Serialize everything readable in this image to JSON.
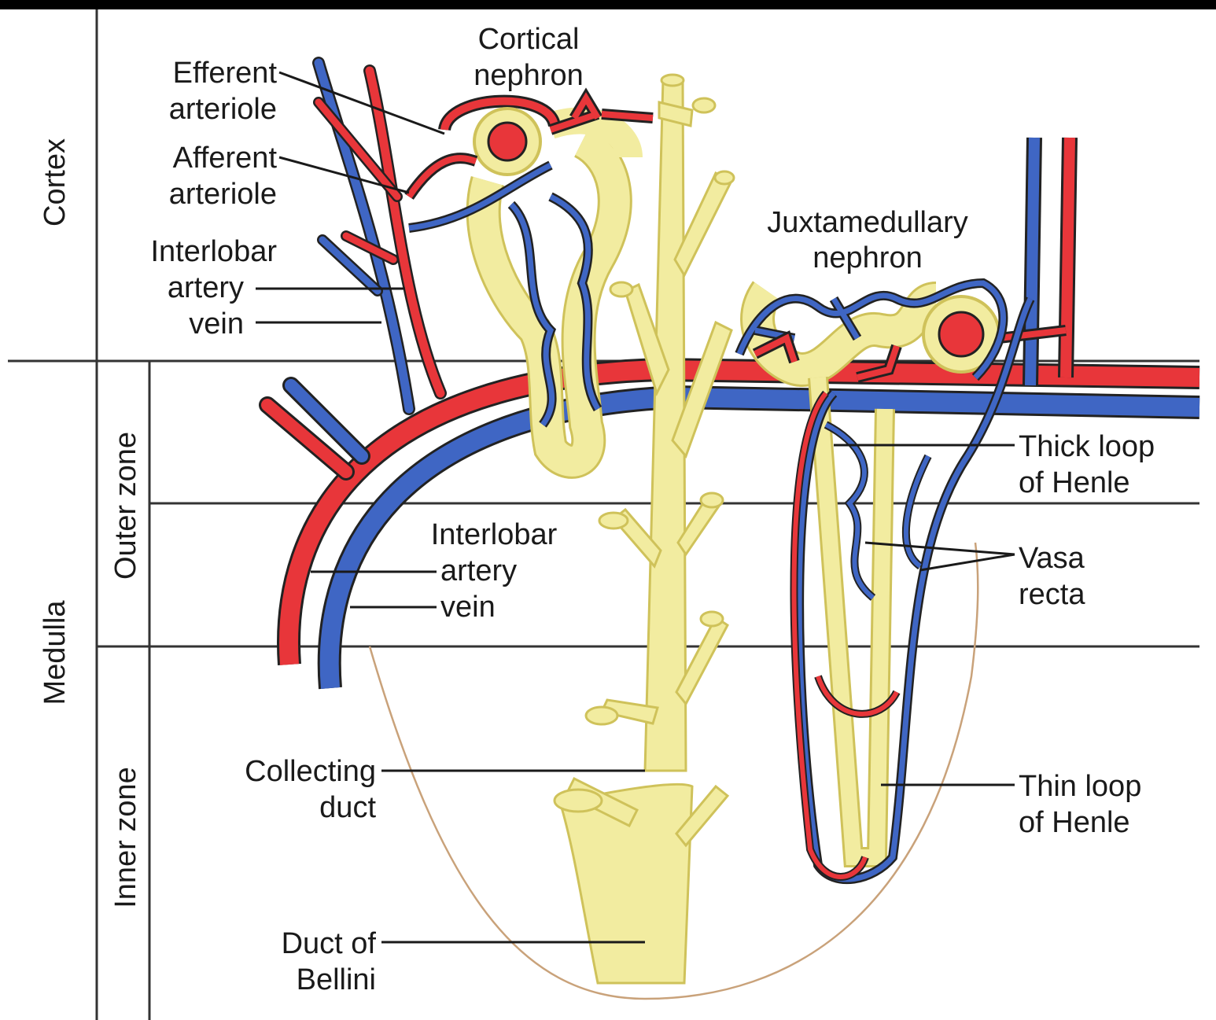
{
  "colors": {
    "artery": "#e8363a",
    "vein": "#3f66c4",
    "tubule": "#f2eca0",
    "tubule_edge": "#cfc25a",
    "outline": "#222222",
    "interstitium": "#c9a27a"
  },
  "zones": {
    "cortex": "Cortex",
    "medulla": "Medulla",
    "outer_zone": "Outer zone",
    "inner_zone": "Inner zone"
  },
  "labels": {
    "cortical_nephron": [
      "Cortical",
      "nephron"
    ],
    "efferent_arteriole": [
      "Efferent",
      "arteriole"
    ],
    "afferent_arteriole": [
      "Afferent",
      "arteriole"
    ],
    "interlobar_top": [
      "Interlobar",
      "artery",
      "vein"
    ],
    "juxtamedullary_nephron": [
      "Juxtamedullary",
      "nephron"
    ],
    "thick_loop": [
      "Thick loop",
      "of Henle"
    ],
    "interlobar_mid": [
      "Interlobar",
      "artery",
      "vein"
    ],
    "vasa_recta": [
      "Vasa",
      "recta"
    ],
    "collecting_duct": [
      "Collecting",
      "duct"
    ],
    "thin_loop": [
      "Thin loop",
      "of Henle"
    ],
    "duct_of_bellini": [
      "Duct of",
      "Bellini"
    ]
  }
}
